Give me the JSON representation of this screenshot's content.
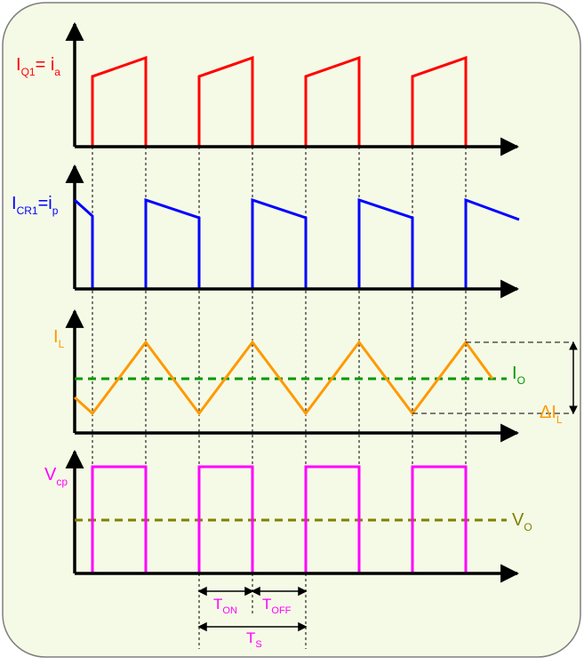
{
  "colors": {
    "background": "#F5FAE6",
    "border": "#7F7F7F",
    "axis": "#000000",
    "iq1": "#FF0000",
    "icr1": "#0000FF",
    "il": "#FF9900",
    "io": "#009900",
    "vcp": "#FF00FF",
    "vo": "#808000",
    "guide": "#000000"
  },
  "labels": {
    "iq1": {
      "main": "I",
      "sub1": "Q1",
      "eq": "= i",
      "sub2": "a"
    },
    "icr1": {
      "main": "I",
      "sub1": "CR1",
      "eq": "=i",
      "sub2": "p"
    },
    "il": {
      "main": "I",
      "sub": "L"
    },
    "io": {
      "main": "I",
      "sub": "O"
    },
    "delta_il": {
      "main": "ΔI",
      "sub": "L"
    },
    "vcp": {
      "main": "V",
      "sub": "cp"
    },
    "vo": {
      "main": "V",
      "sub": "O"
    },
    "ton": {
      "main": "T",
      "sub": "ON"
    },
    "toff": {
      "main": "T",
      "sub": "OFF"
    },
    "ts": {
      "main": "T",
      "sub": "S"
    }
  }
}
